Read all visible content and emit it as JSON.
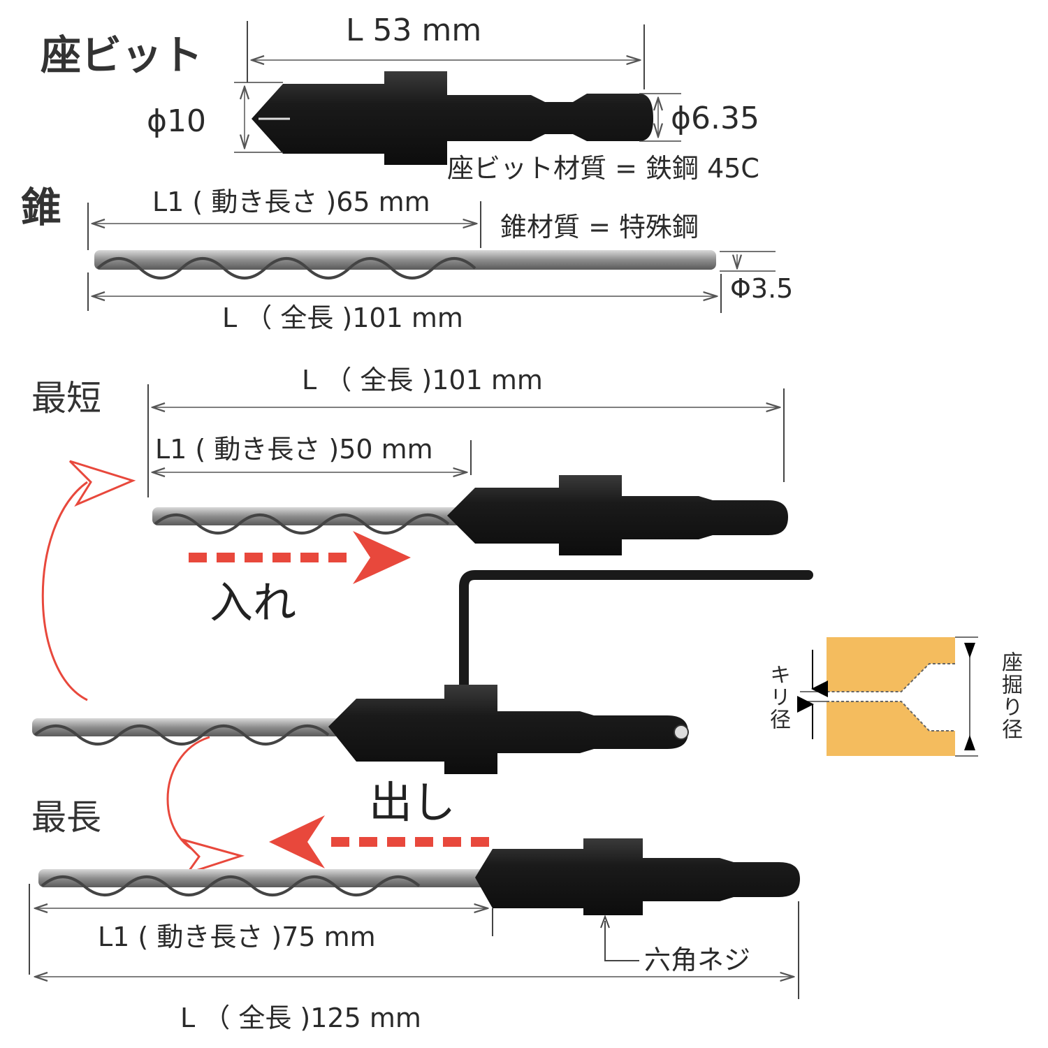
{
  "seat_bit": {
    "title": "座ビット",
    "length_label": "L 53 mm",
    "tip_diameter_label": "ϕ10",
    "shank_diameter_label": "ϕ6.35",
    "material_label": "座ビット材質 = 鉄鋼 45C"
  },
  "drill": {
    "title": "錐",
    "working_length_label": "L1 ( 動き長さ )65 mm",
    "material_label": "錐材質 = 特殊鋼",
    "diameter_label": "Φ3.5",
    "total_length_label": "L （ 全長 )101 mm"
  },
  "shortest": {
    "title": "最短",
    "total_length_label": "L （ 全長 )101 mm",
    "working_length_label": "L1 ( 動き長さ )50 mm"
  },
  "insert_label": "入れ",
  "remove_label": "出し",
  "longest": {
    "title": "最長",
    "working_length_label": "L1 ( 動き長さ )75 mm",
    "hex_screw_label": "六角ネジ",
    "total_length_label": "L （ 全長 )125 mm"
  },
  "cross_section": {
    "drill_diameter_label": "キリ径",
    "counterbore_diameter_label": "座掘り径"
  },
  "colors": {
    "arrow_red": "#e8483c",
    "wood": "#f4bc5e",
    "metal_dark": "#1c1c1c",
    "steel": "#9a9a9a"
  }
}
